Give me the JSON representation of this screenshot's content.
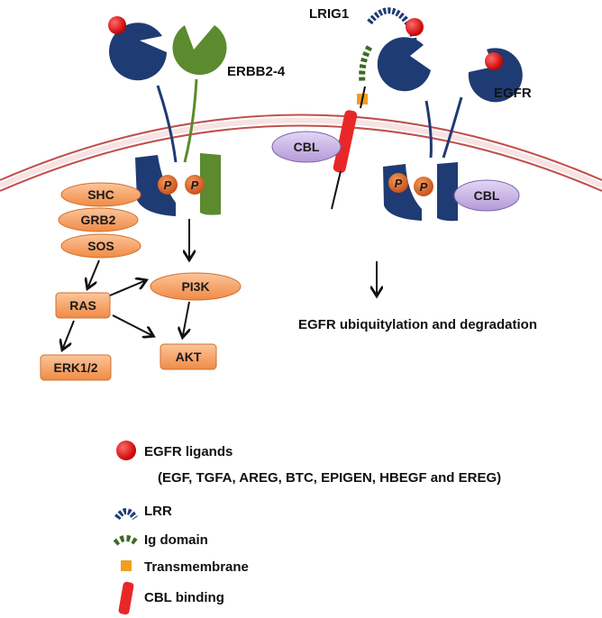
{
  "labels": {
    "lrig1": "LRIG1",
    "erbb": "ERBB2-4",
    "egfr": "EGFR",
    "result": "EGFR ubiquitylation and degradation"
  },
  "phospho": "P",
  "cbl": "CBL",
  "nodes": {
    "shc": "SHC",
    "grb2": "GRB2",
    "sos": "SOS",
    "ras": "RAS",
    "pi3k": "PI3K",
    "erk": "ERK1/2",
    "akt": "AKT"
  },
  "legend": {
    "ligands": "EGFR ligands",
    "ligands_list": "(EGF, TGFA, AREG, BTC, EPIGEN, HBEGF and EREG)",
    "lrr": "LRR",
    "ig": "Ig domain",
    "tm": "Transmembrane",
    "cbl_binding": "CBL binding"
  },
  "colors": {
    "receptor_blue": "#1f3b73",
    "erbb_green": "#5c8a2e",
    "ligand_red": "#e01010",
    "node_orange": "#f7a569",
    "cbl_purple": "#c7b3e6",
    "tm_orange": "#f0a020",
    "cbl_binding_red": "#e82828",
    "membrane": "#c0504d"
  }
}
